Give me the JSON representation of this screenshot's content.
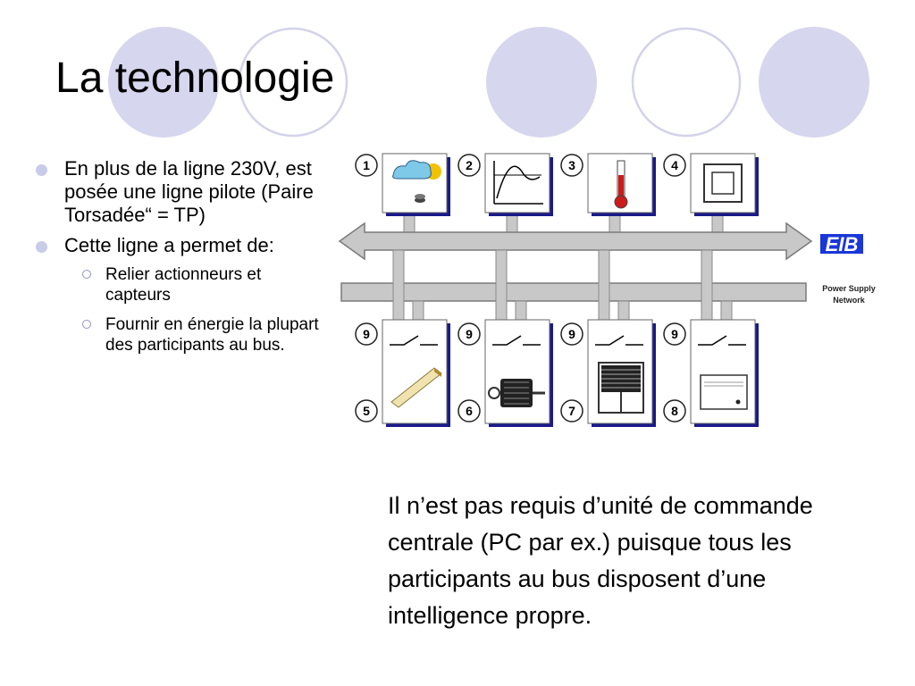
{
  "slide": {
    "title": "La technologie",
    "bullets": [
      {
        "text": "En plus de la ligne 230V, est posée une ligne pilote (Paire Torsadée“ = TP)"
      },
      {
        "text": "Cette ligne a permet de:",
        "subitems": [
          "Relier actionneurs et capteurs",
          "Fournir en énergie la plupart des participants au bus."
        ]
      }
    ],
    "note": "Il n’est pas requis d’unité de commande centrale (PC par ex.) puisque tous les participants au bus disposent d’une intelligence propre."
  },
  "diagram": {
    "logo": "EIB",
    "power_label": "Power Supply Network",
    "top_numbers": [
      "1",
      "2",
      "3",
      "4"
    ],
    "bottom_switch_numbers": [
      "9",
      "9",
      "9",
      "9"
    ],
    "bottom_numbers": [
      "5",
      "6",
      "7",
      "8"
    ],
    "sensor_icons": [
      "weather-sensor-icon",
      "chart-sensor-icon",
      "thermometer-icon",
      "wall-panel-icon"
    ],
    "actuator_icons": [
      "lamp-icon",
      "motor-icon",
      "shutter-icon",
      "heater-icon"
    ]
  },
  "colors": {
    "circle_fill": "#d6d6ee",
    "circle_ring": "#d2d3ea",
    "bullet": "#c9cbea",
    "bus_gray": "#c8c8c8",
    "logo_blue": "#1a37d9",
    "panel_shadow": "#1a1a8a"
  }
}
